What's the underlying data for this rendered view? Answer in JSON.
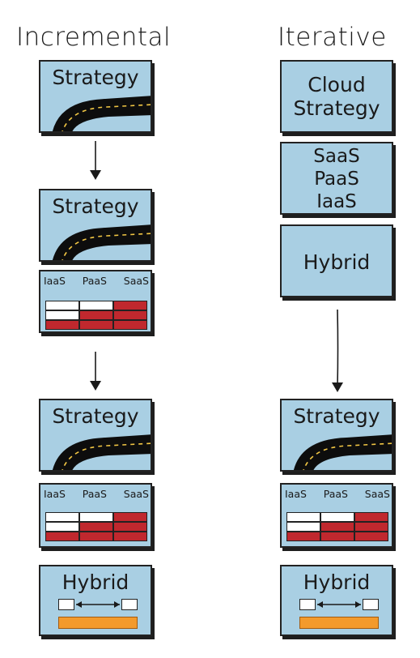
{
  "left_column": {
    "heading": "Incremental",
    "stage1": {
      "strategy": "Strategy"
    },
    "stage2": {
      "strategy": "Strategy",
      "services": [
        "IaaS",
        "PaaS",
        "SaaS"
      ]
    },
    "stage3": {
      "strategy": "Strategy",
      "services": [
        "IaaS",
        "PaaS",
        "SaaS"
      ],
      "hybrid": "Hybrid"
    }
  },
  "right_column": {
    "heading": "Iterative",
    "cloud_strategy": [
      "Cloud",
      "Strategy"
    ],
    "service_stack": [
      "SaaS",
      "PaaS",
      "IaaS"
    ],
    "hybrid": "Hybrid",
    "final": {
      "strategy": "Strategy",
      "services": [
        "IaaS",
        "PaaS",
        "SaaS"
      ],
      "hybrid": "Hybrid"
    }
  },
  "colors": {
    "box_fill": "#a9cfe3",
    "table_red": "#c0282e",
    "bar_orange": "#f39a2c",
    "road": "#0d0d0d",
    "road_dash": "#f2c744"
  }
}
